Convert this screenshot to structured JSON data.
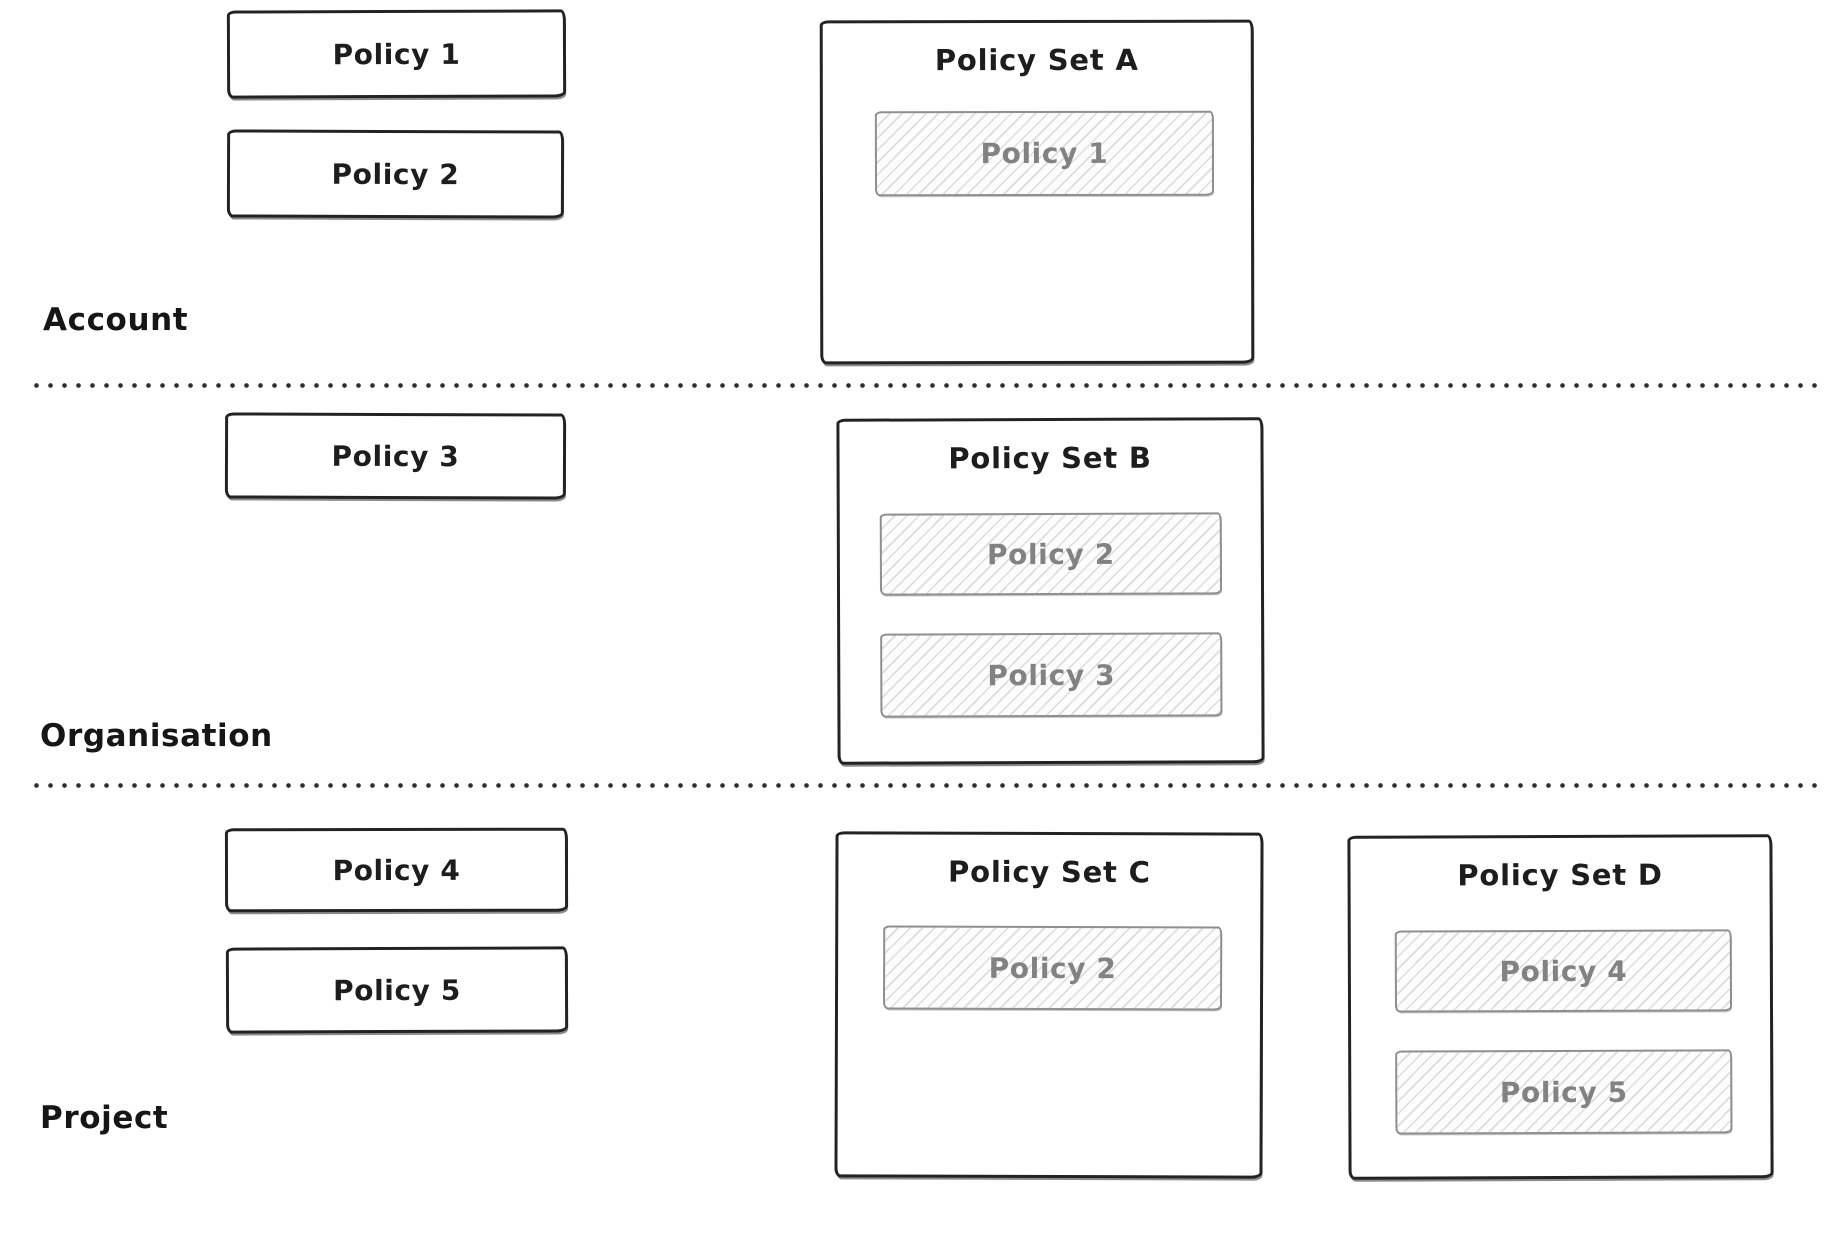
{
  "colors": {
    "background": "#ffffff",
    "stroke": "#232323",
    "muted_stroke": "#8f8f8f",
    "muted_text": "#828282",
    "hatch_line": "#dcdcdc"
  },
  "tiers": [
    {
      "label": "Account",
      "policies": [
        {
          "label": "Policy 1"
        },
        {
          "label": "Policy 2"
        }
      ],
      "sets": [
        {
          "title": "Policy Set A",
          "members": [
            {
              "label": "Policy 1"
            }
          ]
        }
      ]
    },
    {
      "label": "Organisation",
      "policies": [
        {
          "label": "Policy 3"
        }
      ],
      "sets": [
        {
          "title": "Policy Set B",
          "members": [
            {
              "label": "Policy 2"
            },
            {
              "label": "Policy 3"
            }
          ]
        }
      ]
    },
    {
      "label": "Project",
      "policies": [
        {
          "label": "Policy 4"
        },
        {
          "label": "Policy 5"
        }
      ],
      "sets": [
        {
          "title": "Policy Set C",
          "members": [
            {
              "label": "Policy 2"
            }
          ]
        },
        {
          "title": "Policy Set D",
          "members": [
            {
              "label": "Policy 4"
            },
            {
              "label": "Policy 5"
            }
          ]
        }
      ]
    }
  ]
}
